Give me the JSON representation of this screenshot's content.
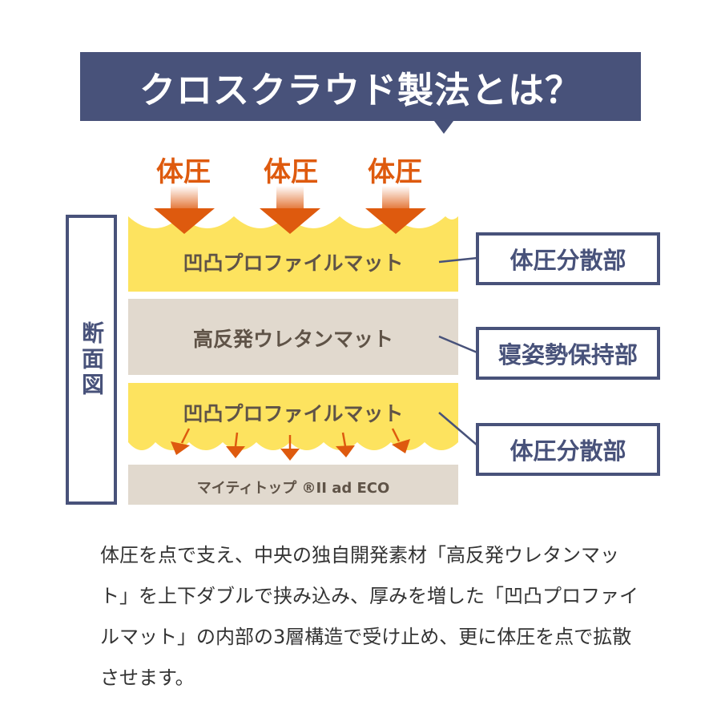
{
  "title": "クロスクラウド製法とは？",
  "pressure_labels": [
    "体圧",
    "体圧",
    "体圧"
  ],
  "section_label": "断面図",
  "layers": [
    {
      "label": "凹凸プロファイルマット"
    },
    {
      "label": "高反発ウレタンマット"
    },
    {
      "label": "凹凸プロファイルマット"
    },
    {
      "label": "マイティトップ ®II ad ECO"
    }
  ],
  "callouts": [
    "体圧分散部",
    "寝姿勢保持部",
    "体圧分散部"
  ],
  "description": "体圧を点で支え、中央の独自開発素材「高反発ウレタンマット」を上下ダブルで挟み込み、厚みを増した「凹凸プロファイルマット」の内部の3層構造で受け止め、更に体圧を点で拡散させます。",
  "colors": {
    "navy": "#48527a",
    "orange": "#de5a0e",
    "yellow": "#fde35f",
    "beige": "#e1d9ce"
  }
}
